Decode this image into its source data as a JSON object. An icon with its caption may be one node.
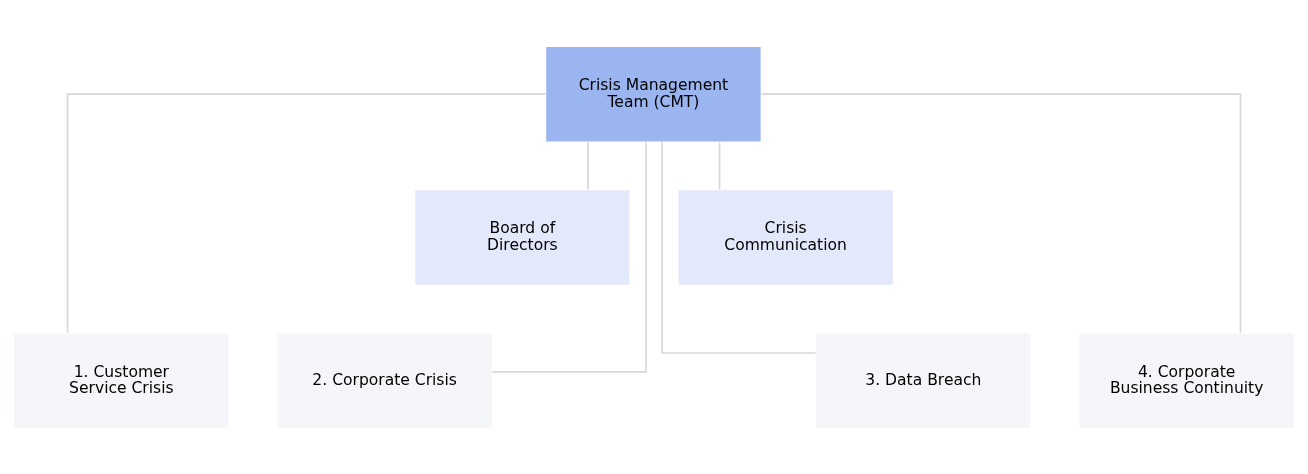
{
  "diagram": {
    "nodes": [
      {
        "text": [
          "Crisis Management Team (CMT)"
        ]
      },
      {
        "text": [
          "Board of Directors"
        ]
      },
      {
        "text": [
          "Crisis Communication"
        ]
      },
      {
        "text": [
          "1. Customer Service Crisis"
        ]
      },
      {
        "text": [
          "2. Corporate Crisis"
        ]
      },
      {
        "text": [
          "3. Data Breach"
        ]
      },
      {
        "text": [
          "4. Corporate Business Continuity"
        ]
      }
    ],
    "edges": [
      {
        "from": 0,
        "to": 1,
        "arrow": "none"
      },
      {
        "from": 0,
        "to": 2,
        "arrow": "none"
      },
      {
        "from": 0,
        "to": 3,
        "arrow": "none"
      },
      {
        "from": 0,
        "to": 4,
        "arrow": "none"
      },
      {
        "from": 0,
        "to": 5,
        "arrow": "none"
      },
      {
        "from": 0,
        "to": 6,
        "arrow": "none"
      }
    ]
  }
}
